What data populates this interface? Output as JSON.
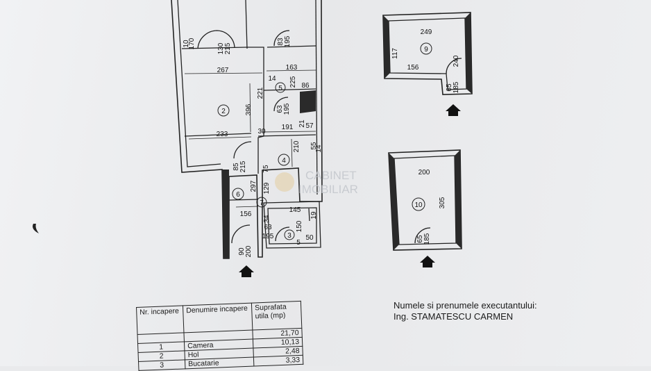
{
  "plan": {
    "dims": [
      "10",
      "170",
      "130",
      "215",
      "83",
      "195",
      "267",
      "14",
      "163",
      "396",
      "221",
      "225",
      "86",
      "63",
      "195",
      "191",
      "21",
      "57",
      "30",
      "233",
      "210",
      "55",
      "14",
      "85",
      "215",
      "75",
      "129",
      "297",
      "156",
      "145",
      "34",
      "19",
      "63",
      "195",
      "150",
      "50",
      "5",
      "90",
      "200",
      "249",
      "117",
      "240",
      "156",
      "65",
      "185",
      "200",
      "305",
      "65",
      "185"
    ],
    "room_numbers": [
      "2",
      "5",
      "4",
      "6",
      "7",
      "3",
      "9",
      "10"
    ]
  },
  "watermark": {
    "line1": "CABINET",
    "line2": "IMOBILIAR"
  },
  "executor": {
    "label": "Numele si prenumele executantului:",
    "name": "Ing. STAMATESCU CARMEN"
  },
  "table": {
    "headers": [
      "Nr. incapere",
      "Denumire incapere",
      "Suprafata utila (mp)"
    ],
    "rows": [
      [
        "",
        "",
        "21,70"
      ],
      [
        "1",
        "Camera",
        "10,13"
      ],
      [
        "2",
        "Hol",
        "2,48"
      ],
      [
        "3",
        "Bucatarie",
        "3,33"
      ]
    ]
  },
  "colors": {
    "ink": "#1a1a1a",
    "wall": "#2a2a2a",
    "paper": "#eceef0"
  }
}
